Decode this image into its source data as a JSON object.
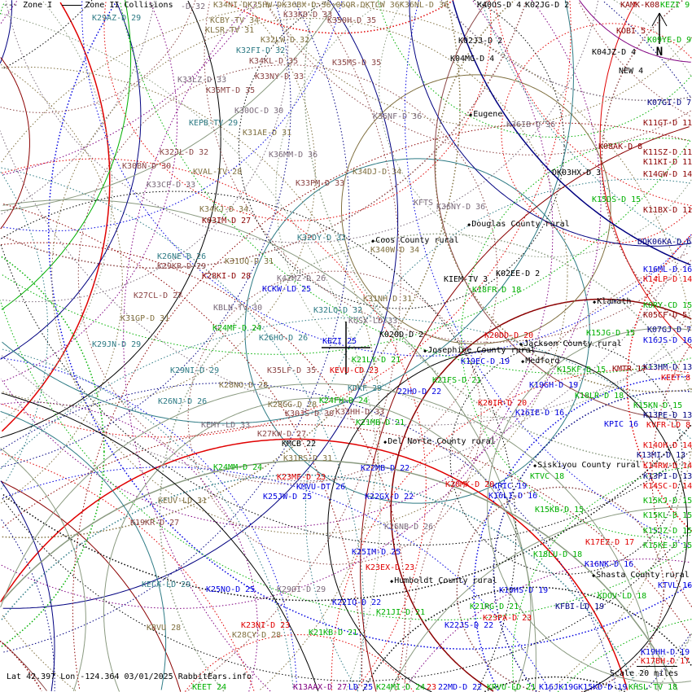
{
  "legend": {
    "zone1": "--- Zone I",
    "zone2": "Zone II Collisions"
  },
  "footer": {
    "coords": "Lat 42.397 Lon -124.364 03/01/2025 RabbitEars.info",
    "scale": "Scale 20 miles"
  },
  "north_label": "N",
  "colors": {
    "teal": "#2e7b85",
    "olive": "#807040",
    "brown": "#8b4545",
    "gray": "#7a6a7a",
    "darkred": "#8b0000",
    "red": "#e00000",
    "green": "#00b000",
    "blue": "#0000e0",
    "navy": "#000080",
    "black": "#000000",
    "purple": "#800080"
  },
  "places": [
    {
      "text": "Eugene"
    },
    {
      "text": "Douglas County rural"
    },
    {
      "text": "Coos County rural"
    },
    {
      "text": "Klamath"
    },
    {
      "text": "Josephine County rural"
    },
    {
      "text": "Jackson County rural"
    },
    {
      "text": "Medford"
    },
    {
      "text": "Del Norte County rural"
    },
    {
      "text": "Siskiyou County rural"
    },
    {
      "text": "Shasta County rural"
    },
    {
      "text": "Humboldt County rural"
    }
  ],
  "labels": [
    {
      "text": "K29AZ-D 29",
      "color": "teal"
    },
    {
      "text": "-D 32",
      "color": "gray"
    },
    {
      "text": "K34NI-DK35HW-DK36BX-D 36:06QR-DKTCW 36K36NL-D 36",
      "color": "olive"
    },
    {
      "text": "K40OS-D 4",
      "color": "black"
    },
    {
      "text": "K02JG-D 2",
      "color": "black"
    },
    {
      "text": "KAMK-K08",
      "color": "darkred"
    },
    {
      "text": "KEZI 9",
      "color": "green"
    },
    {
      "text": "KCBY-TV 34",
      "color": "olive"
    },
    {
      "text": "KLSR-TV 31",
      "color": "olive"
    },
    {
      "text": "K33KD-D 33",
      "color": "brown"
    },
    {
      "text": "K350H-D 35",
      "color": "brown"
    },
    {
      "text": "K32LW-D 32",
      "color": "olive"
    },
    {
      "text": "K02JJ-D 2",
      "color": "black"
    },
    {
      "text": "KOBI 5",
      "color": "darkred"
    },
    {
      "text": "K09YE-D 9",
      "color": "green"
    },
    {
      "text": "K32FI-D 32",
      "color": "teal"
    },
    {
      "text": "K04JZ-D 4",
      "color": "black"
    },
    {
      "text": "K04MG-D 4",
      "color": "black"
    },
    {
      "text": "K34KL-D 35",
      "color": "brown"
    },
    {
      "text": "K35MS-D 35",
      "color": "brown"
    },
    {
      "text": "NEW 4",
      "color": "black"
    },
    {
      "text": "K33LZ-D 33",
      "color": "gray"
    },
    {
      "text": "K33NY-D 33",
      "color": "brown"
    },
    {
      "text": "K35MT-D 35",
      "color": "brown"
    },
    {
      "text": "K07GI-D 7",
      "color": "navy"
    },
    {
      "text": "K30OC-D 30",
      "color": "gray"
    },
    {
      "text": "K36NF-D 36",
      "color": "gray"
    },
    {
      "text": "K36IB-D 36",
      "color": "gray"
    },
    {
      "text": "KEPB-TV 29",
      "color": "teal"
    },
    {
      "text": "K31AE-D 31",
      "color": "olive"
    },
    {
      "text": "K11GT-D 11",
      "color": "darkred"
    },
    {
      "text": "K08AK-D 8",
      "color": "darkred"
    },
    {
      "text": "K32JL-D 32",
      "color": "brown"
    },
    {
      "text": "K36MM-D 36",
      "color": "gray"
    },
    {
      "text": "K11SZ-D 11",
      "color": "darkred"
    },
    {
      "text": "K11KI-D 11",
      "color": "darkred"
    },
    {
      "text": "K30BN-D 30",
      "color": "brown"
    },
    {
      "text": "KVAL-TV 28",
      "color": "olive"
    },
    {
      "text": "K34DJ-D 34",
      "color": "olive"
    },
    {
      "text": "DK03HX-D 3",
      "color": "black"
    },
    {
      "text": "K14GW-D 14",
      "color": "darkred"
    },
    {
      "text": "K33CP-D 33",
      "color": "gray"
    },
    {
      "text": "K33PM-D 33",
      "color": "brown"
    },
    {
      "text": "K15DS-D 15",
      "color": "green"
    },
    {
      "text": "KFTS",
      "color": "gray"
    },
    {
      "text": "K36NY-D 36",
      "color": "gray"
    },
    {
      "text": "K34KJ-D 34",
      "color": "olive"
    },
    {
      "text": "K11BX-D 11",
      "color": "darkred"
    },
    {
      "text": "K03IM-D 27",
      "color": "darkred"
    },
    {
      "text": "K32DY-D 32",
      "color": "teal"
    },
    {
      "text": "DDK06KA-D 6",
      "color": "navy"
    },
    {
      "text": "K340W-D 34",
      "color": "olive"
    },
    {
      "text": "K26NE-D 26",
      "color": "teal"
    },
    {
      "text": "K29KR-D 29",
      "color": "brown"
    },
    {
      "text": "K31OQ-D 31",
      "color": "olive"
    },
    {
      "text": "K16ML-D 16",
      "color": "blue"
    },
    {
      "text": "K28KI-D 28",
      "color": "darkred"
    },
    {
      "text": "K02EE-D 2",
      "color": "black"
    },
    {
      "text": "K42MZ-D 26",
      "color": "gray"
    },
    {
      "text": "KCKW-LD 25",
      "color": "blue"
    },
    {
      "text": "KIEM-TV 3",
      "color": "black"
    },
    {
      "text": "K14LP-D 14",
      "color": "red"
    },
    {
      "text": "K18FR-D 18",
      "color": "green"
    },
    {
      "text": "K31NH-D 31",
      "color": "olive"
    },
    {
      "text": "K27CL-D 27",
      "color": "brown"
    },
    {
      "text": "KBLN-TV 30",
      "color": "gray"
    },
    {
      "text": "KORY-CD 15",
      "color": "green"
    },
    {
      "text": "K31GP-D 31",
      "color": "olive"
    },
    {
      "text": "K05CF-D 5",
      "color": "darkred"
    },
    {
      "text": "K32LQ-D 32",
      "color": "teal"
    },
    {
      "text": "KQSX-LD 33",
      "color": "gray"
    },
    {
      "text": "K24MF-D 24",
      "color": "green"
    },
    {
      "text": "K07GJ-D 7",
      "color": "navy"
    },
    {
      "text": "K26HO-D 26",
      "color": "teal"
    },
    {
      "text": "KEZI 25",
      "color": "blue"
    },
    {
      "text": "K020D-D 2",
      "color": "black"
    },
    {
      "text": "K20DD-D 20",
      "color": "red"
    },
    {
      "text": "K15JG-D 15",
      "color": "green"
    },
    {
      "text": "K29JN-D 29",
      "color": "teal"
    },
    {
      "text": "K16JS-D 16",
      "color": "blue"
    },
    {
      "text": "K21LY-D 21",
      "color": "green"
    },
    {
      "text": "K19EC-D 19",
      "color": "blue"
    },
    {
      "text": "K13HM-D 13",
      "color": "navy"
    },
    {
      "text": "K29NI-D 29",
      "color": "teal"
    },
    {
      "text": "K35LF-D 35",
      "color": "brown"
    },
    {
      "text": "KEVU-CD 23",
      "color": "red"
    },
    {
      "text": "K21FS-D 21",
      "color": "green"
    },
    {
      "text": "K15KF-D 15",
      "color": "green"
    },
    {
      "text": "KMTR 17",
      "color": "darkred"
    },
    {
      "text": "KEET 8",
      "color": "red"
    },
    {
      "text": "K28NO-D 28",
      "color": "olive"
    },
    {
      "text": "KDKF 29",
      "color": "teal"
    },
    {
      "text": "22HO-D 22",
      "color": "blue"
    },
    {
      "text": "K19GH-D 19",
      "color": "blue"
    },
    {
      "text": "K18LR-D 18",
      "color": "green"
    },
    {
      "text": "K15KN-D 15",
      "color": "green"
    },
    {
      "text": "K26NJ-D 26",
      "color": "teal"
    },
    {
      "text": "K28GG-D 28",
      "color": "olive"
    },
    {
      "text": "K24FH-D 24",
      "color": "green"
    },
    {
      "text": "K20IR-D 20",
      "color": "red"
    },
    {
      "text": "K30JS-D 30",
      "color": "brown"
    },
    {
      "text": "K33HH-D 33",
      "color": "brown"
    },
    {
      "text": "K16IE-D 16",
      "color": "blue"
    },
    {
      "text": "K13PE-D 13",
      "color": "navy"
    },
    {
      "text": "K21MB-D 21",
      "color": "green"
    },
    {
      "text": "KEMY-LD 33",
      "color": "gray"
    },
    {
      "text": "K27KW-D 27",
      "color": "brown"
    },
    {
      "text": "KPIC 16",
      "color": "blue"
    },
    {
      "text": "KVFR-LD 8",
      "color": "red"
    },
    {
      "text": "KMCB 22",
      "color": "black"
    },
    {
      "text": "K14OH-D 14",
      "color": "red"
    },
    {
      "text": "K31PS-D 31",
      "color": "olive"
    },
    {
      "text": "K13MI-D 13",
      "color": "navy"
    },
    {
      "text": "K14RW-D 14",
      "color": "red"
    },
    {
      "text": "K24MM-D 24",
      "color": "green"
    },
    {
      "text": "K22MB-D 22",
      "color": "blue"
    },
    {
      "text": "KTVC 18",
      "color": "green"
    },
    {
      "text": "K23MF-D 23",
      "color": "red"
    },
    {
      "text": "KPIC 19",
      "color": "blue"
    },
    {
      "text": "K13PI-D 13",
      "color": "navy"
    },
    {
      "text": "KMVU-DT 26",
      "color": "blue"
    },
    {
      "text": "K20MK-D 20",
      "color": "red"
    },
    {
      "text": "K14SC-D 14",
      "color": "red"
    },
    {
      "text": "K25JW-D 25",
      "color": "blue"
    },
    {
      "text": "K22GX-D 22",
      "color": "blue"
    },
    {
      "text": "K16LI-D 16",
      "color": "blue"
    },
    {
      "text": "KEUV-LD 31",
      "color": "olive"
    },
    {
      "text": "K15KJ-D 15",
      "color": "green"
    },
    {
      "text": "K15KB-D 15",
      "color": "green"
    },
    {
      "text": "K15KL-D 15",
      "color": "green"
    },
    {
      "text": "K19KR-D 27",
      "color": "brown"
    },
    {
      "text": "K26NB-D 26",
      "color": "gray"
    },
    {
      "text": "K15JZ-D 15",
      "color": "green"
    },
    {
      "text": "K17EZ-D 17",
      "color": "red"
    },
    {
      "text": "K15KE-D 15",
      "color": "green"
    },
    {
      "text": "K25IM-D 25",
      "color": "blue"
    },
    {
      "text": "K18LU-D 18",
      "color": "green"
    },
    {
      "text": "K16NK-D 16",
      "color": "blue"
    },
    {
      "text": "K23EX-D 23",
      "color": "red"
    },
    {
      "text": "KTVL 16",
      "color": "blue"
    },
    {
      "text": "KECA-LD 29",
      "color": "teal"
    },
    {
      "text": "K25NO-D 25",
      "color": "blue"
    },
    {
      "text": "K29OI-D 29",
      "color": "gray"
    },
    {
      "text": "K19HS-D 19",
      "color": "blue"
    },
    {
      "text": "KDOV-LD 18",
      "color": "green"
    },
    {
      "text": "K22IQ-D 22",
      "color": "blue"
    },
    {
      "text": "K21RG-D 21",
      "color": "green"
    },
    {
      "text": "KFBI-LD 19",
      "color": "navy"
    },
    {
      "text": "K21JI-D 21",
      "color": "green"
    },
    {
      "text": "K23PA-D 23",
      "color": "red"
    },
    {
      "text": "KBVU 28",
      "color": "olive"
    },
    {
      "text": "K23NI-D 23",
      "color": "red"
    },
    {
      "text": "K22JS-D 22",
      "color": "blue"
    },
    {
      "text": "K28CY-D 28",
      "color": "olive"
    },
    {
      "text": "K21KB-D 21",
      "color": "green"
    },
    {
      "text": "K19HH-D 19",
      "color": "blue"
    },
    {
      "text": "K17BH-D 17",
      "color": "red"
    },
    {
      "text": "KEET 24",
      "color": "green"
    },
    {
      "text": "K13AAX-D 27",
      "color": "purple"
    },
    {
      "text": "LD 25",
      "color": "blue"
    },
    {
      "text": "K24MI-D 24",
      "color": "green"
    },
    {
      "text": "23",
      "color": "red"
    },
    {
      "text": "22MD-D 22",
      "color": "blue"
    },
    {
      "text": "KRVU-LD 21",
      "color": "green"
    },
    {
      "text": "K16JK19GK15KD-D 19",
      "color": "blue"
    },
    {
      "text": "KHSL-TV 18",
      "color": "green"
    }
  ]
}
